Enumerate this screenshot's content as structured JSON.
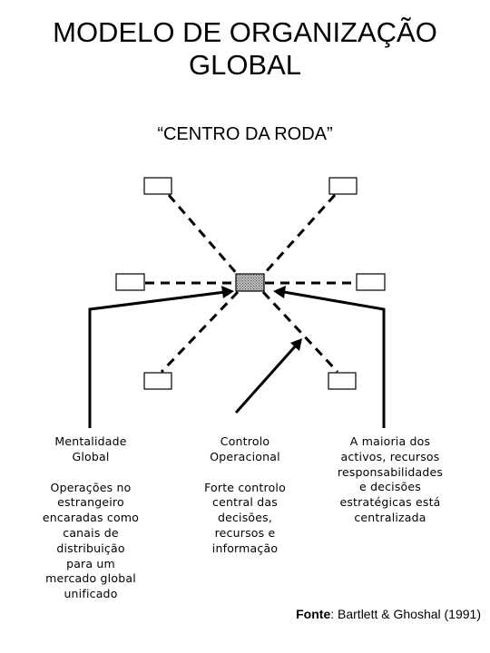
{
  "title_line1": "MODELO DE ORGANIZAÇÃO",
  "title_line2": "GLOBAL",
  "subtitle": "“CENTRO DA RODA”",
  "columns": [
    {
      "heading_line1": "Mentalidade",
      "heading_line2": "Global",
      "body": [
        "Operações no",
        "estrangeiro",
        "encaradas como",
        "canais de",
        "distribuição",
        "para um",
        "mercado global",
        "unificado"
      ]
    },
    {
      "heading_line1": "Controlo",
      "heading_line2": "Operacional",
      "body": [
        "Forte controlo",
        "central das",
        "decisões,",
        "recursos e",
        "informação"
      ]
    },
    {
      "heading_line1": "A maioria dos",
      "heading_line2": "activos, recursos",
      "body": [
        "responsabilidades",
        "e decisões",
        "estratégicas está",
        "centralizada"
      ]
    }
  ],
  "source_label": "Fonte",
  "source_text": ": Bartlett & Ghoshal (1991)"
}
